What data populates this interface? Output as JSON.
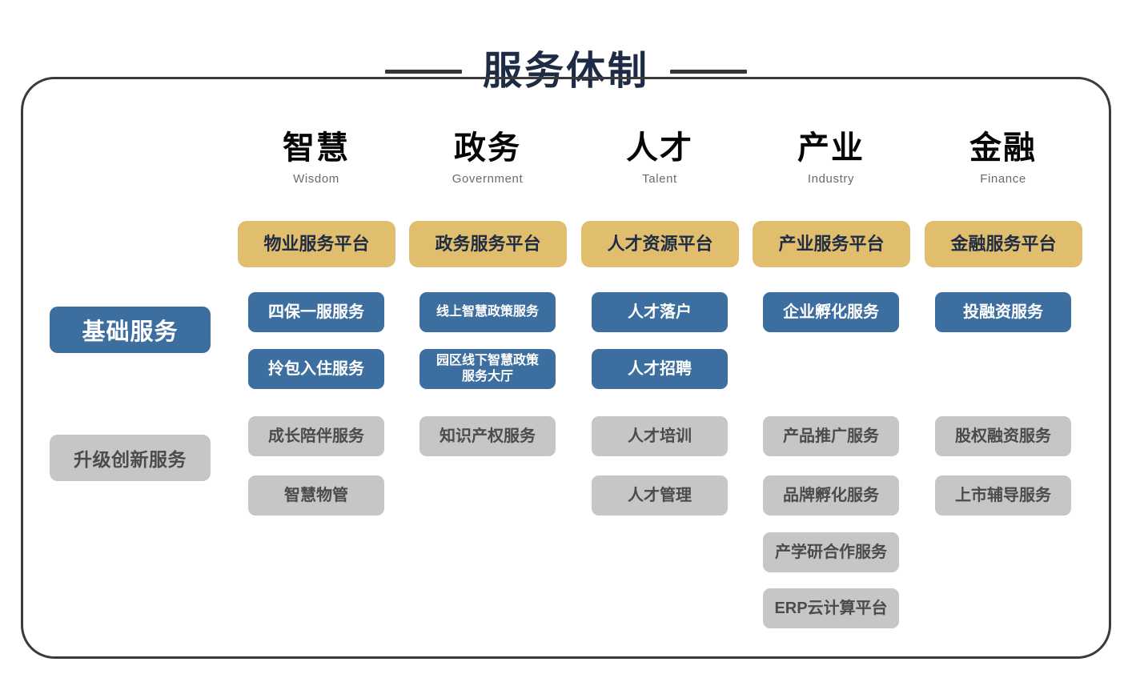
{
  "title": {
    "text": "服务体制",
    "rule_color": "#36363a",
    "text_color": "#1e2b45"
  },
  "theme": {
    "gold": "#e0be6e",
    "blue": "#3c6e9f",
    "gray": "#c6c6c6",
    "frame_border": "#3a3a3c",
    "heading_text": "#050505",
    "subheading_text": "#6a6a6a"
  },
  "row_labels": [
    {
      "label": "基础服务",
      "style": "blue"
    },
    {
      "label": "升级创新服务",
      "style": "gray"
    }
  ],
  "columns": [
    {
      "cn": "智慧",
      "en": "Wisdom",
      "platform": "物业服务平台",
      "basic": [
        "四保一服服务",
        "拎包入住服务"
      ],
      "upgrade": [
        "成长陪伴服务",
        "智慧物管"
      ]
    },
    {
      "cn": "政务",
      "en": "Government",
      "platform": "政务服务平台",
      "basic": [
        "线上智慧政策服务",
        "园区线下智慧政策服务大厅"
      ],
      "upgrade": [
        "知识产权服务"
      ]
    },
    {
      "cn": "人才",
      "en": "Talent",
      "platform": "人才资源平台",
      "basic": [
        "人才落户",
        "人才招聘"
      ],
      "upgrade": [
        "人才培训",
        "人才管理"
      ]
    },
    {
      "cn": "产业",
      "en": "Industry",
      "platform": "产业服务平台",
      "basic": [
        "企业孵化服务"
      ],
      "upgrade": [
        "产品推广服务",
        "品牌孵化服务",
        "产学研合作服务",
        "ERP云计算平台"
      ]
    },
    {
      "cn": "金融",
      "en": "Finance",
      "platform": "金融服务平台",
      "basic": [
        "投融资服务"
      ],
      "upgrade": [
        "股权融资服务",
        "上市辅导服务"
      ]
    }
  ]
}
